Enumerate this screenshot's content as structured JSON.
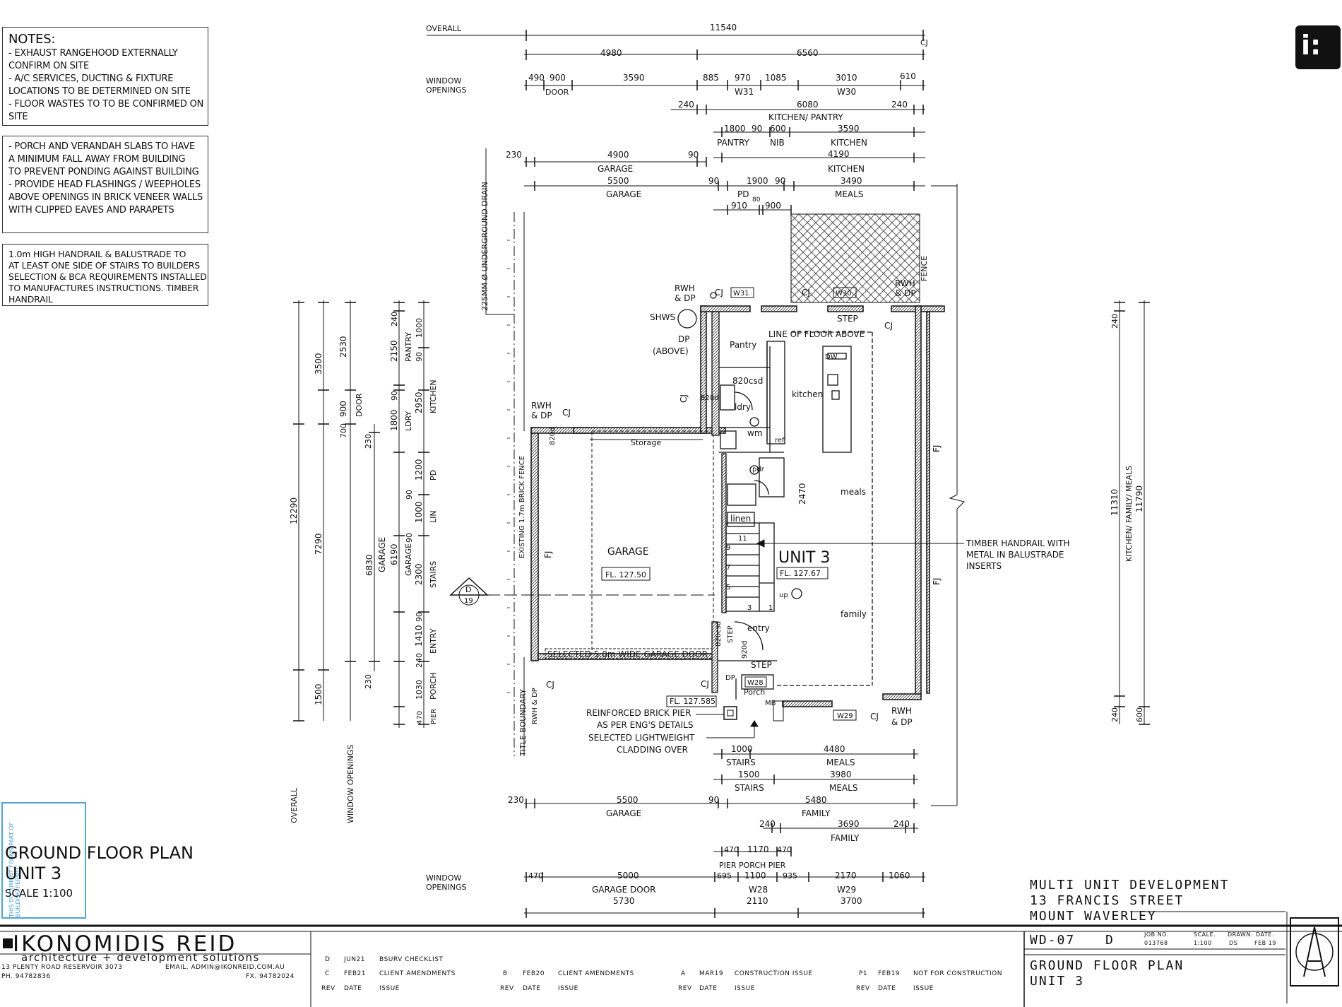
{
  "notes": {
    "box1": {
      "title": "NOTES:",
      "lines": [
        "- EXHAUST RANGEHOOD EXTERNALLY",
        "CONFIRM ON SITE",
        "- A/C SERVICES, DUCTING & FIXTURE",
        "LOCATIONS TO BE DETERMINED ON SITE",
        "- FLOOR WASTES TO TO BE CONFIRMED ON",
        "SITE"
      ]
    },
    "box2": {
      "lines": [
        "- PORCH AND VERANDAH SLABS TO HAVE",
        "A MINIMUM FALL AWAY FROM BUILDING",
        "TO PREVENT PONDING AGAINST BUILDING",
        "- PROVIDE HEAD FLASHINGS / WEEPHOLES",
        "ABOVE OPENINGS IN BRICK VENEER WALLS",
        "WITH CLIPPED EAVES AND PARAPETS"
      ]
    },
    "box3": {
      "lines": [
        "1.0m HIGH HANDRAIL & BALUSTRADE TO",
        "AT LEAST ONE SIDE OF STAIRS TO BUILDERS",
        "SELECTION & BCA REQUIREMENTS INSTALLED",
        "TO MANUFACTURES INSTRUCTIONS. TIMBER",
        "HANDRAIL"
      ]
    }
  },
  "drawing_title": {
    "line1": "GROUND FLOOR PLAN",
    "line2": "UNIT 3",
    "scale": "SCALE 1:100"
  },
  "plan_labels": {
    "top_overall": "OVERALL",
    "top_window": "WINDOW",
    "top_openings": "OPENINGS",
    "d_11540": "11540",
    "d_4980": "4980",
    "d_6560": "6560",
    "d_490": "490",
    "d_900": "900",
    "door": "DOOR",
    "d_3590a": "3590",
    "d_885": "885",
    "d_970": "970",
    "w31": "W31",
    "d_1085": "1085",
    "d_3010": "3010",
    "w30": "W30",
    "d_610": "610",
    "d_240a": "240",
    "d_6080": "6080",
    "d_240b": "240",
    "kitchen_pantry": "KITCHEN/ PANTRY",
    "d_1800": "1800",
    "d_90a": "90",
    "d_600": "600",
    "d_3590b": "3590",
    "pantry": "PANTRY",
    "nib": "NIB",
    "kitchen_a": "KITCHEN",
    "d_4190": "4190",
    "d_230a": "230",
    "d_4900": "4900",
    "d_90b": "90",
    "garage_a": "GARAGE",
    "kitchen_b": "KITCHEN",
    "d_5500a": "5500",
    "d_90c": "90",
    "d_1900": "1900",
    "d_90d": "90",
    "d_3490": "3490",
    "garage_b": "GARAGE",
    "meals_a": "MEALS",
    "pd": "PD",
    "d_910": "910",
    "d_80": "80",
    "d_900b": "900",
    "drain": "225MM Ø UNDERGROUND DRAIN",
    "fence": "FENCE",
    "rwh_dp_1": "RWH",
    "rwh_dp_1b": "& DP",
    "cj1": "CJ",
    "w31b": "W31",
    "cj2": "CJ",
    "w30b": "W30",
    "rwh_dp_2": "RWH",
    "rwh_dp_2b": "& DP",
    "shws": "SHWS",
    "step_a": "STEP",
    "cj3": "CJ",
    "dp": "DP",
    "above": "(ABOVE)",
    "pantry_room": "Pantry",
    "line_floor": "LINE OF FLOOR ABOVE",
    "dw": "DW",
    "csd820a": "820csd",
    "cj4": "CJ",
    "d820": "820d",
    "ldry": "ldry",
    "kitchen_room": "kitchen",
    "wm": "wm",
    "ref": "ref",
    "rwh_dp_3": "RWH",
    "rwh_dp_3b": "& DP",
    "cj5": "CJ",
    "d820b": "820d",
    "storage": "Storage",
    "fj_a": "FJ",
    "pdr": "pdr",
    "d2470": "2470",
    "meals_room": "meals",
    "linen": "linen",
    "fence_brick": "EXISTING 1.7m BRICK FENCE",
    "fj_b": "FJ",
    "garage_room": "GARAGE",
    "fl_garage": "FL. 127.50",
    "unit3": "UNIT 3",
    "fl_unit": "FL. 127.67",
    "handrail1": "TIMBER HANDRAIL WITH",
    "handrail2": "METAL IN BALUSTRADE",
    "handrail3": "INSERTS",
    "fj_c": "FJ",
    "up": "up",
    "family_room": "family",
    "entry_room": "entry",
    "csd820b": "820csd",
    "step_b": "STEP",
    "d920": "920d",
    "garage_door": "SELECTED 5.0m WIDE GARAGE DOOR",
    "step_c": "STEP",
    "title_boundary": "TITLE BOUNDARY",
    "rwh_dp_4": "RWH & DP",
    "cj6": "CJ",
    "cj7": "CJ",
    "dp2": "DP",
    "w28": "W28",
    "porch": "Porch",
    "mb": "MB",
    "fl_porch": "FL. 127.585",
    "w29": "W29",
    "cj8": "CJ",
    "rwh_dp_5": "RWH",
    "rwh_dp_5b": "& DP",
    "pier1": "REINFORCED BRICK PIER",
    "pier2": "AS PER ENG'S DETAILS",
    "clad1": "SELECTED LIGHTWEIGHT",
    "clad2": "CLADDING OVER",
    "step_num_3": "3",
    "step_num_1": "1",
    "step_num_5": "5",
    "step_num_7": "7",
    "step_num_9": "9",
    "step_num_11": "11",
    "bot_1000": "1000",
    "bot_4480": "4480",
    "stairs_a": "STAIRS",
    "meals_b": "MEALS",
    "bot_1500": "1500",
    "bot_3980": "3980",
    "stairs_b": "STAIRS",
    "meals_c": "MEALS",
    "bot_230": "230",
    "bot_5500": "5500",
    "bot_90": "90",
    "bot_5480": "5480",
    "garage_c": "GARAGE",
    "family_a": "FAMILY",
    "bot_240a": "240",
    "bot_3690": "3690",
    "bot_240b": "240",
    "family_b": "FAMILY",
    "bot_470a": "470",
    "bot_1170": "1170",
    "bot_470b": "470",
    "pier_porch_pier": "PIER PORCH PIER",
    "bot_window": "WINDOW",
    "bot_openings": "OPENINGS",
    "bot_470": "470",
    "bot_5000": "5000",
    "bot_695": "695",
    "bot_1100": "1100",
    "bot_935": "935",
    "bot_2170": "2170",
    "bot_1060": "1060",
    "garage_door_b": "GARAGE DOOR",
    "w28b": "W28",
    "w29b": "W29",
    "bot_5730": "5730",
    "bot_2110": "2110",
    "bot_3700": "3700",
    "left_3500": "3500",
    "left_2530": "2530",
    "left_12290": "12290",
    "left_7290": "7290",
    "left_1500": "1500",
    "left_overall": "OVERALL",
    "left_window": "WINDOW OPENINGS",
    "left_900": "900",
    "left_700": "700",
    "left_door": "DOOR",
    "left_230a": "230",
    "left_6830": "6830",
    "left_garage": "GARAGE",
    "left_230b": "230",
    "left_2150": "2150",
    "left_240": "240",
    "left_pantry": "PANTRY",
    "left_1000a": "1000",
    "left_90a": "90",
    "left_1800": "1800",
    "left_ldry": "LDRY",
    "left_2950": "2950",
    "left_kitchen": "KITCHEN",
    "left_90b": "90",
    "left_1200": "1200",
    "left_pd": "PD",
    "left_90c": "90",
    "left_1000b": "1000",
    "left_lin": "LIN",
    "left_90d": "90",
    "left_6190": "6190",
    "left_garage2": "GARAGE",
    "left_2300": "2300",
    "left_stairs": "STAIRS",
    "left_1410": "1410",
    "left_entry": "ENTRY",
    "left_90e": "90",
    "left_1030": "1030",
    "left_240b": "240",
    "left_porch": "PORCH",
    "left_470": "470",
    "left_pier": "PIER",
    "right_240a": "240",
    "right_11310": "11310",
    "right_kfm": "KITCHEN/ FAMILY/ MEALS",
    "right_11790": "11790",
    "right_240b": "240",
    "right_600": "600",
    "section_d": "D",
    "section_19": "19",
    "cj_g": "CJ"
  },
  "title_block": {
    "project1": "MULTI UNIT DEVELOPMENT",
    "project2": "13 FRANCIS STREET",
    "project3": "MOUNT WAVERLEY",
    "drawing_no": "WD-07",
    "rev": "D",
    "job_no_label": "JOB NO.",
    "job_no": "013768",
    "scale_label": "SCALE.",
    "scale": "1:100",
    "drawn_label": "DRAWN.",
    "drawn": "DS",
    "date_label": "DATE.",
    "date": "FEB 19",
    "sheet_title1": "GROUND FLOOR PLAN",
    "sheet_title2": "UNIT 3"
  },
  "firm": {
    "name": "IKONOMIDIS REID",
    "tagline": "architecture + development solutions",
    "address": "13 PLENTY ROAD RESERVOIR 3073",
    "email": "EMAIL. ADMIN@IKONREID.COM.AU",
    "phone": "PH. 94782836",
    "fax": "FX. 94782024"
  },
  "revisions": [
    {
      "rev": "D",
      "date": "JUN21",
      "issue": "BSURV CHECKLIST"
    },
    {
      "rev": "C",
      "date": "FEB21",
      "issue": "CLIENT AMENDMENTS"
    },
    {
      "rev": "B",
      "date": "FEB20",
      "issue": "CLIENT AMENDMENTS"
    },
    {
      "rev": "A",
      "date": "MAR19",
      "issue": "CONSTRUCTION ISSUE"
    },
    {
      "rev": "P1",
      "date": "FEB19",
      "issue": "NOT FOR CONSTRUCTION"
    }
  ],
  "revision_headers": {
    "rev": "REV",
    "date": "DATE",
    "issue": "ISSUE"
  },
  "stamp": {
    "text": "THIS DOCUMENT FORMS PART OF BUILDING PERMIT"
  },
  "colors": {
    "line": "#111111",
    "hatch": "#444444",
    "stamp": "#4aa6d8"
  }
}
